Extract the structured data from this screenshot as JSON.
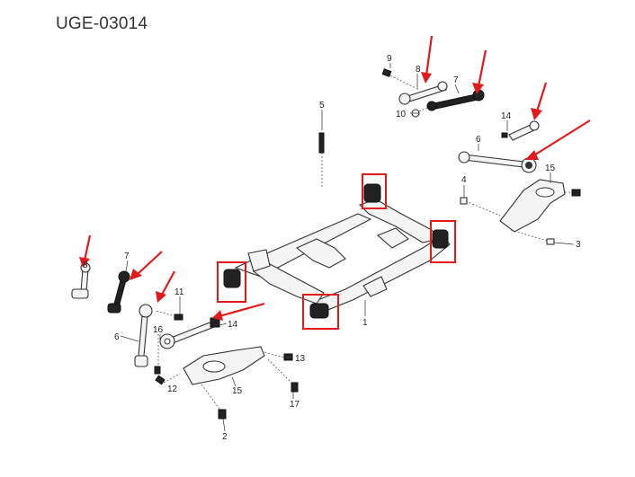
{
  "title": "UGE-03014",
  "callouts": {
    "c1": "1",
    "c2": "2",
    "c3": "3",
    "c4": "4",
    "c5": "5",
    "c6_top": "6",
    "c6_left": "6",
    "c7_top": "7",
    "c7_left": "7",
    "c8_top": "8",
    "c8_left": "8",
    "c9": "9",
    "c10": "10",
    "c11": "11",
    "c12": "12",
    "c13": "13",
    "c14_top": "14",
    "c14_left": "14",
    "c15_top": "15",
    "c15_left": "15",
    "c16": "16",
    "c17": "17"
  },
  "colors": {
    "highlight": "#e3191b",
    "line": "#333333"
  }
}
